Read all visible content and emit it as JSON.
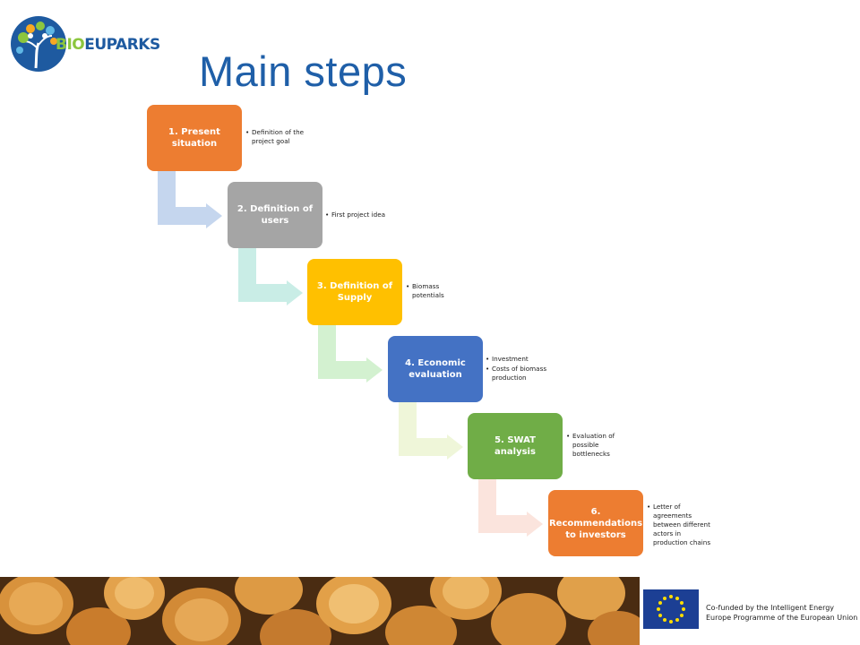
{
  "logo": {
    "part1": "BIO",
    "part2": "EU",
    "part3": "PARKS"
  },
  "title": "Main steps",
  "steps": [
    {
      "label": "1. Present situation",
      "color": "#ed7d31",
      "bullets": [
        "Definition of the project goal"
      ]
    },
    {
      "label": "2. Definition of users",
      "color": "#a5a5a5",
      "bullets": [
        "First project idea"
      ]
    },
    {
      "label": "3. Definition of Supply",
      "color": "#ffc000",
      "bullets": [
        "Biomass potentials"
      ]
    },
    {
      "label": "4. Economic evaluation",
      "color": "#4472c4",
      "bullets": [
        "Investment",
        "Costs of biomass production"
      ]
    },
    {
      "label": "5. SWAT analysis",
      "color": "#70ad47",
      "bullets": [
        "Evaluation of possible bottlenecks"
      ]
    },
    {
      "label": "6. Recommendations to investors",
      "color": "#ed7d31",
      "bullets": [
        "Letter of agreements between different actors in production chains"
      ]
    }
  ],
  "arrow_colors": [
    "#c5d6ee",
    "#c9ede6",
    "#d3f1d0",
    "#eff6d9",
    "#fbe4dd"
  ],
  "footer": {
    "cofunded_text": "Co-funded by the Intelligent Energy Europe Programme of the European Union"
  }
}
